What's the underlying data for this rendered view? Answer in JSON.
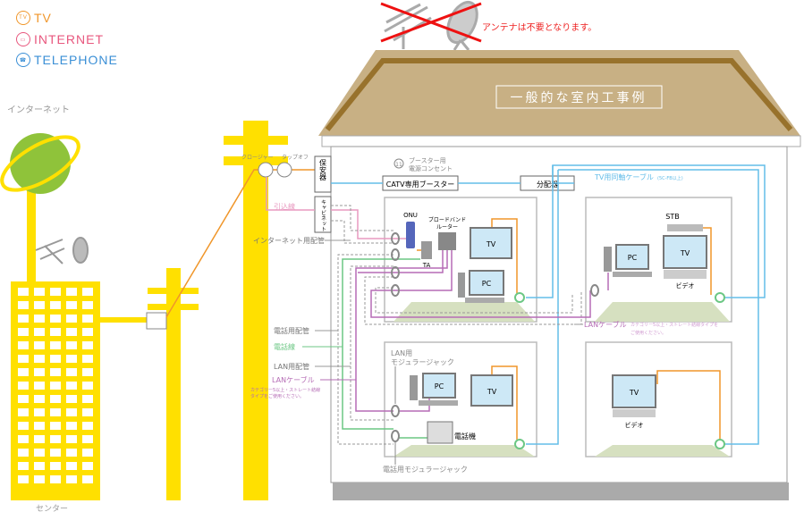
{
  "legend": [
    {
      "label": "TV",
      "icon": "tv-icon",
      "color": "#f0962a"
    },
    {
      "label": "INTERNET",
      "icon": "internet-icon",
      "color": "#e8577e"
    },
    {
      "label": "TELEPHONE",
      "icon": "telephone-icon",
      "color": "#3a8fd6"
    }
  ],
  "title": "一般的な室内工事例",
  "antenna_note": "アンテナは不要となります。",
  "internet_label": "インターネット",
  "center_label": "センター",
  "pole": {
    "closure": "クロージャー",
    "tapoff": "タップオフ",
    "drop_line": "引込線"
  },
  "boxes": {
    "protector": "保安器",
    "cabinet": "キャビネット",
    "booster": "CATV専用ブースター",
    "splitter": "分配器"
  },
  "booster_outlet": {
    "number": "11",
    "line1": "ブースター用",
    "line2": "電源コンセント"
  },
  "coax": {
    "label": "TV用同軸ケーブル",
    "note": "(5C-FB以上)"
  },
  "left_labels": {
    "internet_conduit": "インターネット用配管",
    "phone_conduit": "電話用配管",
    "phone_line": "電話線",
    "lan_conduit": "LAN用配管",
    "lan_cable": "LANケーブル",
    "lan_note1": "カテゴリー5以上・ストレート結線",
    "lan_note2": "タイプをご使用ください。"
  },
  "lan_cable_right": {
    "label": "LANケーブル",
    "note1": "カテゴリー5以上・ストレート結線タイプを",
    "note2": "ご使用ください。"
  },
  "room1": {
    "onu": "ONU",
    "router1": "ブロードバンド",
    "router2": "ルーター",
    "ta": "TA",
    "tv": "TV",
    "pc": "PC"
  },
  "room2": {
    "stb": "STB",
    "tv": "TV",
    "pc": "PC",
    "video": "ビデオ"
  },
  "room3": {
    "jack1": "LAN用",
    "jack2": "モジュラージャック",
    "pc": "PC",
    "tv": "TV",
    "phone": "電話機",
    "phone_jack": "電話用モジュラージャック"
  },
  "room4": {
    "tv": "TV",
    "video": "ビデオ"
  },
  "colors": {
    "tv": "#f0962a",
    "internet": "#e89ac0",
    "lan": "#b56cb5",
    "phone": "#6cc784",
    "coax": "#64bde8",
    "pole": "#ffe000",
    "roof": "#c8b084",
    "floor": "#d6e0c0"
  }
}
